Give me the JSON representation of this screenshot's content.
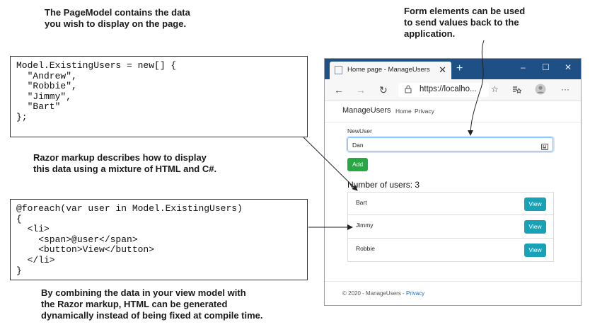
{
  "annotations": {
    "pagemodel": "The PageModel contains the data\nyou wish to display on the page.",
    "form": "Form elements can be used\nto send values back to the\napplication.",
    "razor": "Razor markup describes how to display\nthis data using a mixture of HTML and C#.",
    "combine": "By combining the data in your view model with\nthe Razor markup, HTML can be generated\ndynamically instead of being fixed at compile time."
  },
  "code": {
    "model": "Model.ExistingUsers = new[] {\n  \"Andrew\",\n  \"Robbie\",\n  \"Jimmy\",\n  \"Bart\"\n};",
    "razor": "@foreach(var user in Model.ExistingUsers)\n{\n  <li>\n    <span>@user</span>\n    <button>View</button>\n  </li>\n}"
  },
  "browser": {
    "tab_title": "Home page - ManageUsers",
    "tab_close": "✕",
    "new_tab": "+",
    "minimize": "–",
    "maximize": "☐",
    "close": "✕",
    "back": "←",
    "forward": "→",
    "refresh": "↻",
    "url": "https://localho...",
    "favorite": "☆",
    "collections": "⭐",
    "more": "···"
  },
  "site": {
    "brand": "ManageUsers",
    "nav": [
      "Home",
      "Privacy"
    ],
    "new_user_label": "NewUser",
    "input_value": "Dan",
    "add_button": "Add",
    "count_text": "Number of users: 3",
    "users": [
      "Bart",
      "Jimmy",
      "Robbie"
    ],
    "view_button": "View",
    "footer_text": "© 2020 - ManageUsers - ",
    "footer_link": "Privacy"
  },
  "colors": {
    "titlebar": "#1e4f85",
    "add_button": "#28a745",
    "view_button": "#17a2b8",
    "link": "#1b6ec2"
  }
}
